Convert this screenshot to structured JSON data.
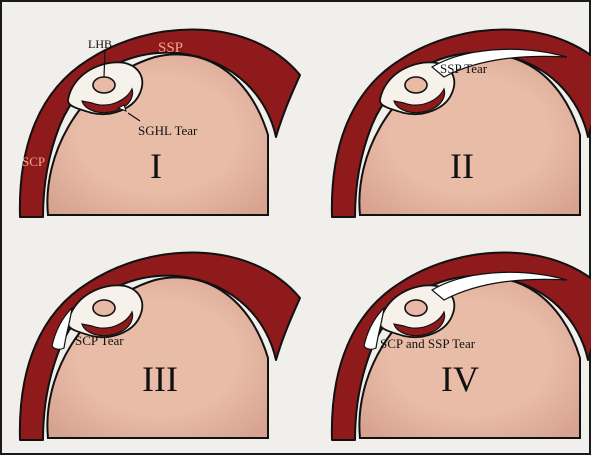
{
  "colors": {
    "background": "#f0efeb",
    "frame": "#1a1a1a",
    "bone": "#e8b9a5",
    "bone_shadow": "#d49d8c",
    "muscle": "#8e1a1b",
    "outline": "#111111",
    "tendon": "#f6f1ea",
    "tear": "#ffffff",
    "muscle_label": "#f2a98a"
  },
  "panels": [
    {
      "numeral": "I",
      "labels": {
        "lhb": "LHB",
        "ssp": "SSP",
        "sghl": "SGHL Tear",
        "scp": "SCP"
      }
    },
    {
      "numeral": "II",
      "labels": {
        "tear": "SSP Tear"
      }
    },
    {
      "numeral": "III",
      "labels": {
        "tear": "SCP Tear"
      }
    },
    {
      "numeral": "IV",
      "labels": {
        "tear": "SCP and SSP Tear"
      }
    }
  ]
}
